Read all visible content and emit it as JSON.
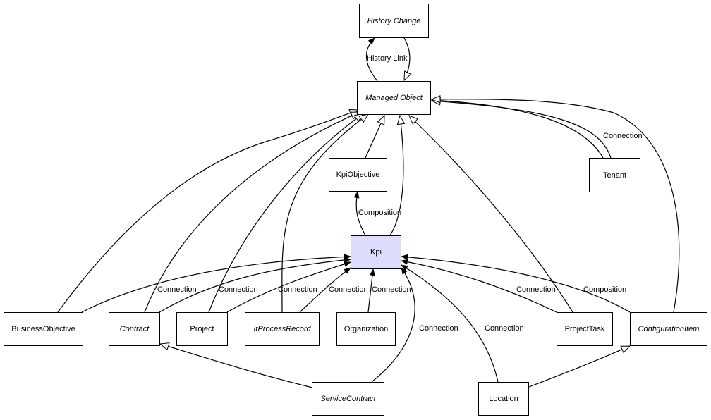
{
  "colors": {
    "highlight": "#dcdcfc",
    "line": "#000000"
  },
  "nodes": {
    "history_change": "History Change",
    "managed_object": "Managed Object",
    "kpi_objective": "KpiObjective",
    "tenant": "Tenant",
    "kpi": "Kpi",
    "business_objective": "BusinessObjective",
    "contract": "Contract",
    "project": "Project",
    "it_process_record": "ItProcessRecord",
    "organization": "Organization",
    "project_task": "ProjectTask",
    "configuration_item": "ConfigurationItem",
    "service_contract": "ServiceContract",
    "location": "Location"
  },
  "edge_labels": {
    "history_link": "History Link",
    "tenant_connection": "Connection",
    "kpi_composition": "Composition",
    "bo_connection": "Connection",
    "contract_connection": "Connection",
    "project_connection": "Connection",
    "itpr_connection": "Connection",
    "org_connection": "Connection",
    "sc_connection": "Connection",
    "location_connection": "Connection",
    "pt_connection": "Connection",
    "ci_composition": "Composition"
  }
}
